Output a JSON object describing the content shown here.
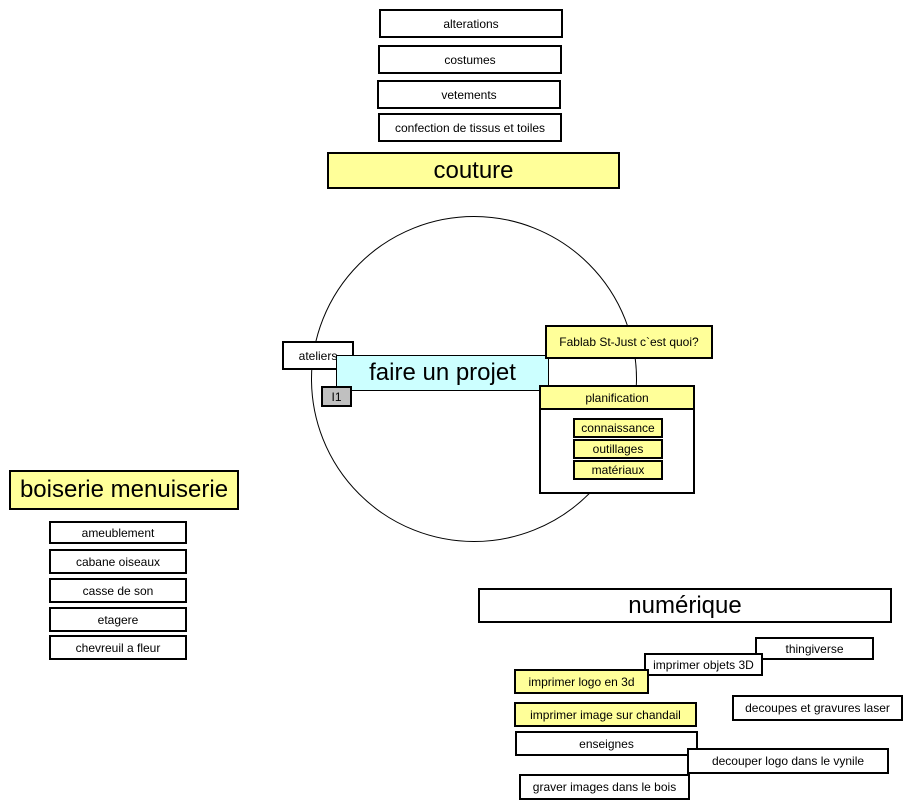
{
  "couture": {
    "title": "couture",
    "items": [
      "alterations",
      "costumes",
      "vetements",
      "confection de tissus et toiles"
    ]
  },
  "center": {
    "title": "faire un projet",
    "ateliers": "ateliers",
    "i1": "I1",
    "fablab": "Fablab St-Just c`est quoi?",
    "planification": {
      "title": "planification",
      "items": [
        "connaissance",
        "outillages",
        "matériaux"
      ]
    }
  },
  "boiserie": {
    "title": "boiserie menuiserie",
    "items": [
      "ameublement",
      "cabane oiseaux",
      "casse de son",
      "etagere",
      "chevreuil a fleur"
    ]
  },
  "numerique": {
    "title": "numérique",
    "items": {
      "thingiverse": "thingiverse",
      "imprimer_objets": "imprimer objets 3D",
      "imprimer_logo": "imprimer logo en 3d",
      "decoupes": "decoupes et gravures laser",
      "imprimer_image": "imprimer image sur chandail",
      "enseignes": "enseignes",
      "decouper_logo": "decouper logo dans le vynile",
      "graver": "graver images dans le bois"
    }
  },
  "colors": {
    "yellow": "#ffff99",
    "cyan": "#ccffff",
    "gray": "#c0c0c0"
  }
}
